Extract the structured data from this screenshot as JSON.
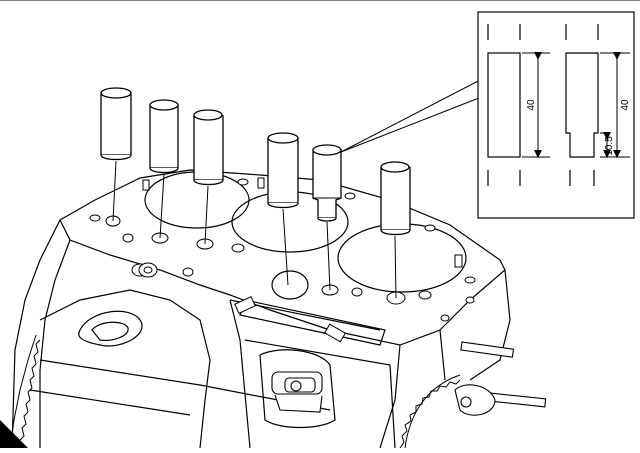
{
  "detail_inset": {
    "dimension_left": "40",
    "dimension_right": "40",
    "dimension_step": "10.5"
  },
  "colors": {
    "line": "#000000",
    "background": "#ffffff"
  }
}
